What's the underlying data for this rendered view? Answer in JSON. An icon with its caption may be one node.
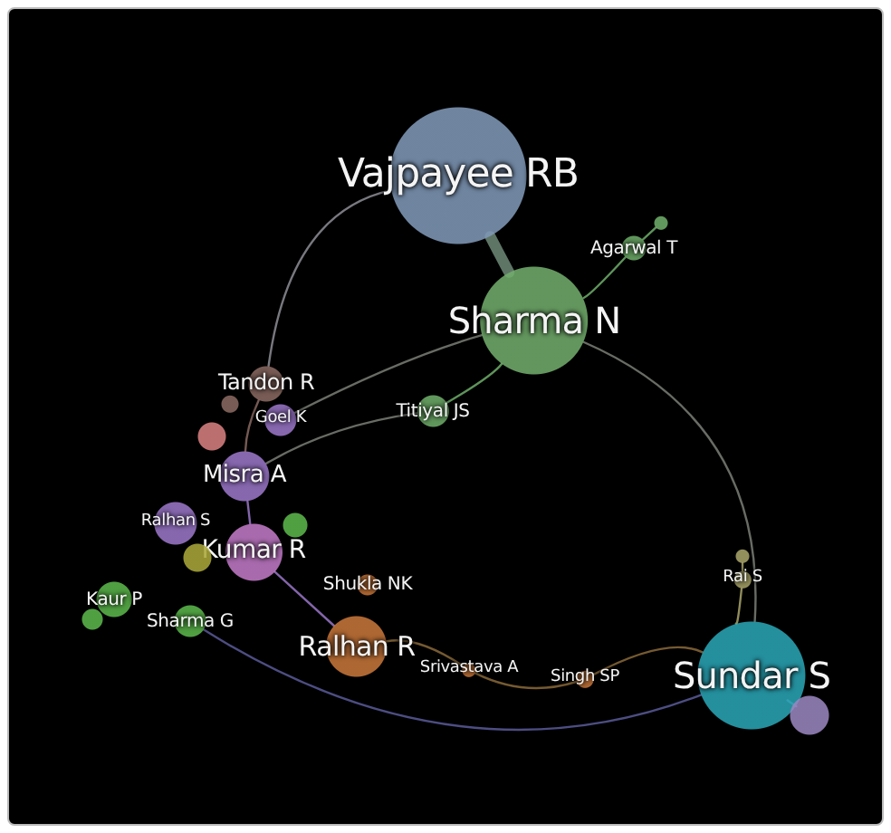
{
  "diagram": {
    "nodes": [
      {
        "text": [
          "Vajpayee RB"
        ]
      },
      {
        "text": [
          "Sharma N"
        ]
      },
      {
        "text": [
          "Agarwal T"
        ]
      },
      {
        "text": [
          "Tandon R"
        ]
      },
      {
        "text": [
          "Titiyal JS"
        ]
      },
      {
        "text": [
          "Goel K"
        ]
      },
      {
        "text": [
          "Misra A"
        ]
      },
      {
        "text": [
          "Ralhan S"
        ]
      },
      {
        "text": [
          "Kumar R"
        ]
      },
      {
        "text": [
          "Kaur P"
        ]
      },
      {
        "text": [
          "Sharma G"
        ]
      },
      {
        "text": [
          "Shukla NK"
        ]
      },
      {
        "text": [
          "Ralhan R"
        ]
      },
      {
        "text": [
          "Srivastava A"
        ]
      },
      {
        "text": [
          "Singh SP"
        ]
      },
      {
        "text": [
          "Rai S"
        ]
      },
      {
        "text": [
          "Sundar S"
        ]
      },
      {
        "text": [],
        "shape": "circle"
      },
      {
        "text": [],
        "shape": "circle"
      },
      {
        "text": [],
        "shape": "circle"
      },
      {
        "text": [],
        "shape": "circle"
      },
      {
        "text": [],
        "shape": "circle"
      },
      {
        "text": [],
        "shape": "circle"
      },
      {
        "text": [],
        "shape": "circle"
      },
      {
        "text": [],
        "shape": "circle"
      }
    ],
    "edges": [
      {
        "from": 0,
        "to": 1,
        "arrow": "none",
        "style": "thick",
        "color": "#6e8a78"
      },
      {
        "from": 2,
        "to": 17,
        "arrow": "none",
        "color": "#6fae6a"
      },
      {
        "from": 1,
        "to": 2,
        "arrow": "none",
        "color": "#6fae6a"
      },
      {
        "from": 1,
        "to": 4,
        "arrow": "none",
        "color": "#6fae6a"
      },
      {
        "from": 0,
        "to": 3,
        "arrow": "none",
        "color": "#8d8d95"
      },
      {
        "from": 1,
        "to": 16,
        "arrow": "none"
      },
      {
        "from": 1,
        "to": 5,
        "arrow": "none"
      },
      {
        "from": 4,
        "to": 6,
        "arrow": "none"
      },
      {
        "from": 12,
        "to": 13,
        "arrow": "none",
        "color": "#8a6a3a"
      },
      {
        "from": 13,
        "to": 14,
        "arrow": "none",
        "color": "#8a6a3a"
      },
      {
        "from": 14,
        "to": 16,
        "arrow": "none",
        "color": "#8a6a3a"
      },
      {
        "from": 15,
        "to": 16,
        "arrow": "none",
        "color": "#a9a56a"
      },
      {
        "from": 10,
        "to": 16,
        "arrow": "none",
        "color": "#5a5a9a"
      },
      {
        "from": 3,
        "to": 6,
        "arrow": "none",
        "color": "#8a6a62"
      },
      {
        "from": 6,
        "to": 8,
        "arrow": "none",
        "color": "#9b77c9"
      },
      {
        "from": 8,
        "to": 12,
        "arrow": "none",
        "color": "#9b77c9"
      },
      {
        "from": 16,
        "to": 18,
        "arrow": "none",
        "color": "#7a8ac0"
      },
      {
        "from": 15,
        "to": 23,
        "arrow": "none",
        "color": "#a9a56a"
      }
    ]
  }
}
